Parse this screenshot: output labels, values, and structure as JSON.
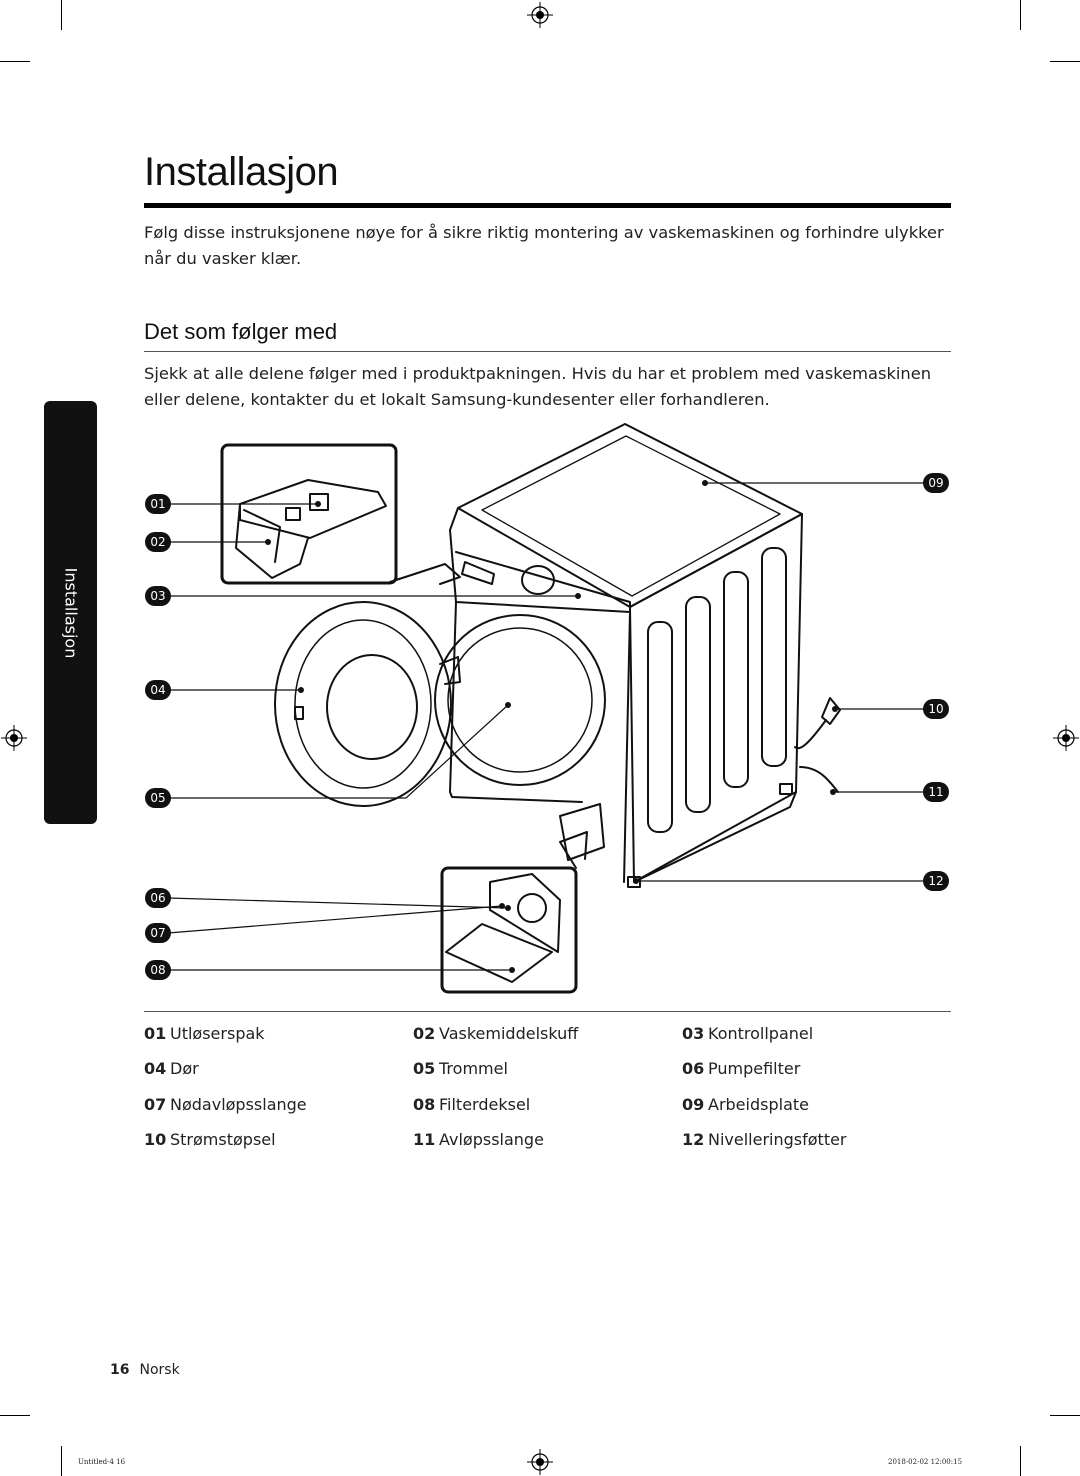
{
  "page": {
    "title": "Installasjon",
    "intro": "Følg disse instruksjonene nøye for å sikre riktig montering av vaskemaskinen og forhindre ulykker når du vasker klær.",
    "section_heading": "Det som følger med",
    "section_desc": "Sjekk at alle delene følger med i produktpakningen. Hvis du har et problem med vaskemaskinen eller delene, kontakter du et lokalt Samsung-kundesenter eller forhandleren.",
    "side_tab": "Installasjon"
  },
  "diagram": {
    "callouts": [
      "01",
      "02",
      "03",
      "04",
      "05",
      "06",
      "07",
      "08",
      "09",
      "10",
      "11",
      "12"
    ]
  },
  "legend": [
    {
      "num": "01",
      "label": "Utløserspak"
    },
    {
      "num": "02",
      "label": "Vaskemiddelskuff"
    },
    {
      "num": "03",
      "label": "Kontrollpanel"
    },
    {
      "num": "04",
      "label": "Dør"
    },
    {
      "num": "05",
      "label": "Trommel"
    },
    {
      "num": "06",
      "label": "Pumpefilter"
    },
    {
      "num": "07",
      "label": "Nødavløpsslange"
    },
    {
      "num": "08",
      "label": "Filterdeksel"
    },
    {
      "num": "09",
      "label": "Arbeidsplate"
    },
    {
      "num": "10",
      "label": "Strømstøpsel"
    },
    {
      "num": "11",
      "label": "Avløpsslange"
    },
    {
      "num": "12",
      "label": "Nivelleringsføtter"
    }
  ],
  "footer": {
    "page_number": "16",
    "language": "Norsk",
    "file_info": "Untitled-4   16",
    "print_timestamp": "2018-02-02   12:00:15"
  }
}
